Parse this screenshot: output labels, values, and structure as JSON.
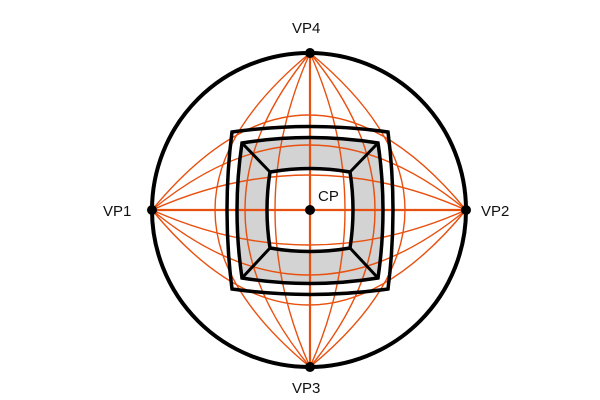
{
  "labels": {
    "vp1": "VP1",
    "vp2": "VP2",
    "vp3": "VP3",
    "vp4": "VP4",
    "cp": "CP"
  },
  "colors": {
    "background": "#ffffff",
    "outline": "#000000",
    "guide": "#e8500f",
    "fill": "#d3d3d3"
  }
}
